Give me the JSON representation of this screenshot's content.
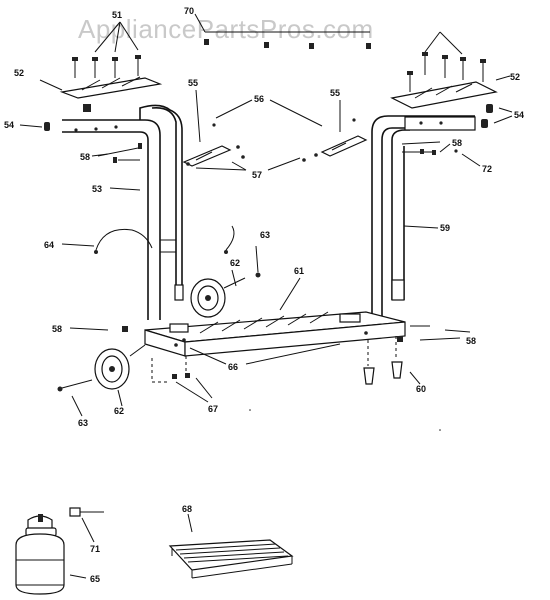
{
  "watermark": "AppliancePartsPros.com",
  "callouts": {
    "c51": "51",
    "c70": "70",
    "c52_left": "52",
    "c52_right": "52",
    "c54_left": "54",
    "c54_right": "54",
    "c55_left": "55",
    "c55_right": "55",
    "c56": "56",
    "c57": "57",
    "c58_upper_left": "58",
    "c58_upper_right": "58",
    "c58_lower_left": "58",
    "c58_lower_right": "58",
    "c53": "53",
    "c72": "72",
    "c59": "59",
    "c64": "64",
    "c63_upper": "63",
    "c63_lower": "63",
    "c62_upper": "62",
    "c62_lower": "62",
    "c61": "61",
    "c66": "66",
    "c67": "67",
    "c60": "60",
    "c68": "68",
    "c71": "71",
    "c65": "65"
  }
}
